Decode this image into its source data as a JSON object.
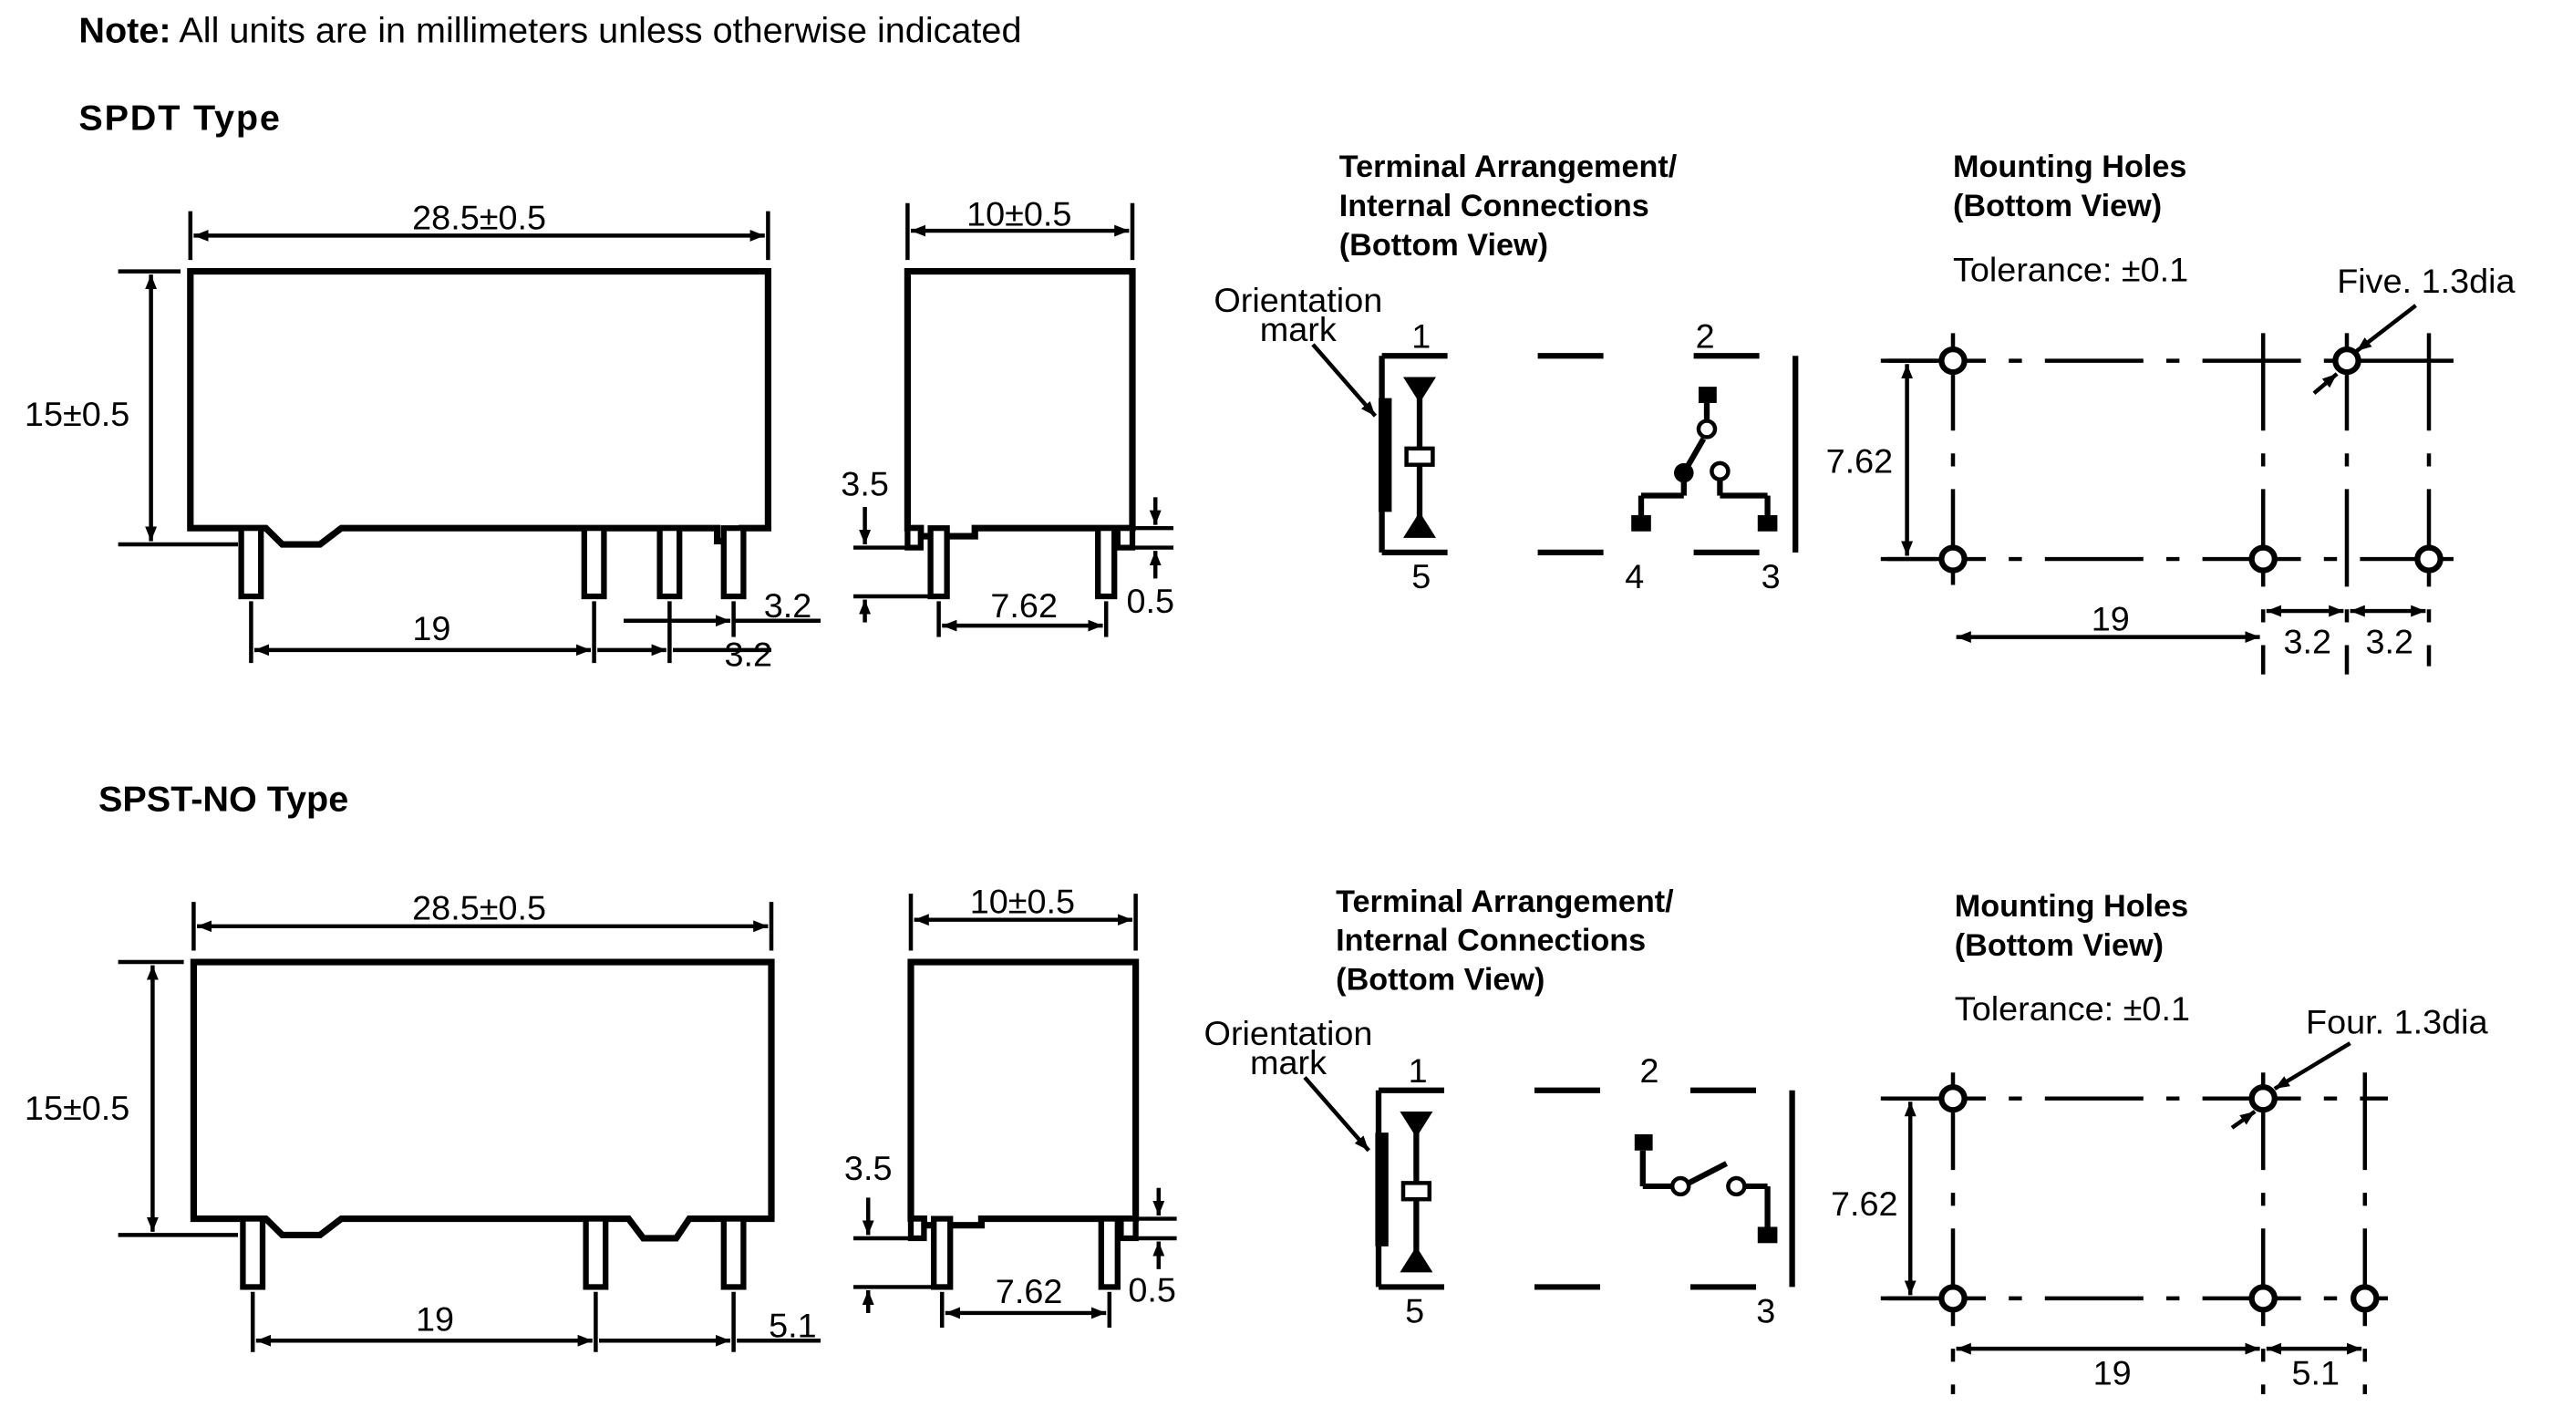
{
  "note": {
    "bold": "Note:",
    "text": " All units are in millimeters unless otherwise indicated"
  },
  "spdt": {
    "title": "SPDT Type",
    "side": {
      "length": "28.5±0.5",
      "height": "15±0.5",
      "pitch": "19",
      "pitch2a": "3.2",
      "pitch2b": "3.2"
    },
    "end": {
      "width": "10±0.5",
      "pin_len": "3.5",
      "pin_pitch": "7.62",
      "pin_thk": "0.5"
    },
    "terminal": {
      "title1": "Terminal Arrangement/",
      "title2": "Internal Connections",
      "title3": "(Bottom View)",
      "orient1": "Orientation",
      "orient2": "mark",
      "t1": "1",
      "t2": "2",
      "t3": "3",
      "t4": "4",
      "t5": "5"
    },
    "holes": {
      "title1": "Mounting Holes",
      "title2": "(Bottom View)",
      "tolerance": "Tolerance: ±0.1",
      "callout": "Five. 1.3dia",
      "row": "7.62",
      "pitch": "19",
      "p2": "3.2",
      "p3": "3.2"
    }
  },
  "spst": {
    "title": "SPST-NO Type",
    "side": {
      "length": "28.5±0.5",
      "height": "15±0.5",
      "pitch": "19",
      "pitch2": "5.1"
    },
    "end": {
      "width": "10±0.5",
      "pin_len": "3.5",
      "pin_pitch": "7.62",
      "pin_thk": "0.5"
    },
    "terminal": {
      "title1": "Terminal Arrangement/",
      "title2": "Internal Connections",
      "title3": "(Bottom View)",
      "orient1": "Orientation",
      "orient2": "mark",
      "t1": "1",
      "t2": "2",
      "t3": "3",
      "t5": "5"
    },
    "holes": {
      "title1": "Mounting Holes",
      "title2": "(Bottom View)",
      "tolerance": "Tolerance: ±0.1",
      "callout": "Four. 1.3dia",
      "row": "7.62",
      "pitch": "19",
      "p2": "5.1"
    }
  }
}
